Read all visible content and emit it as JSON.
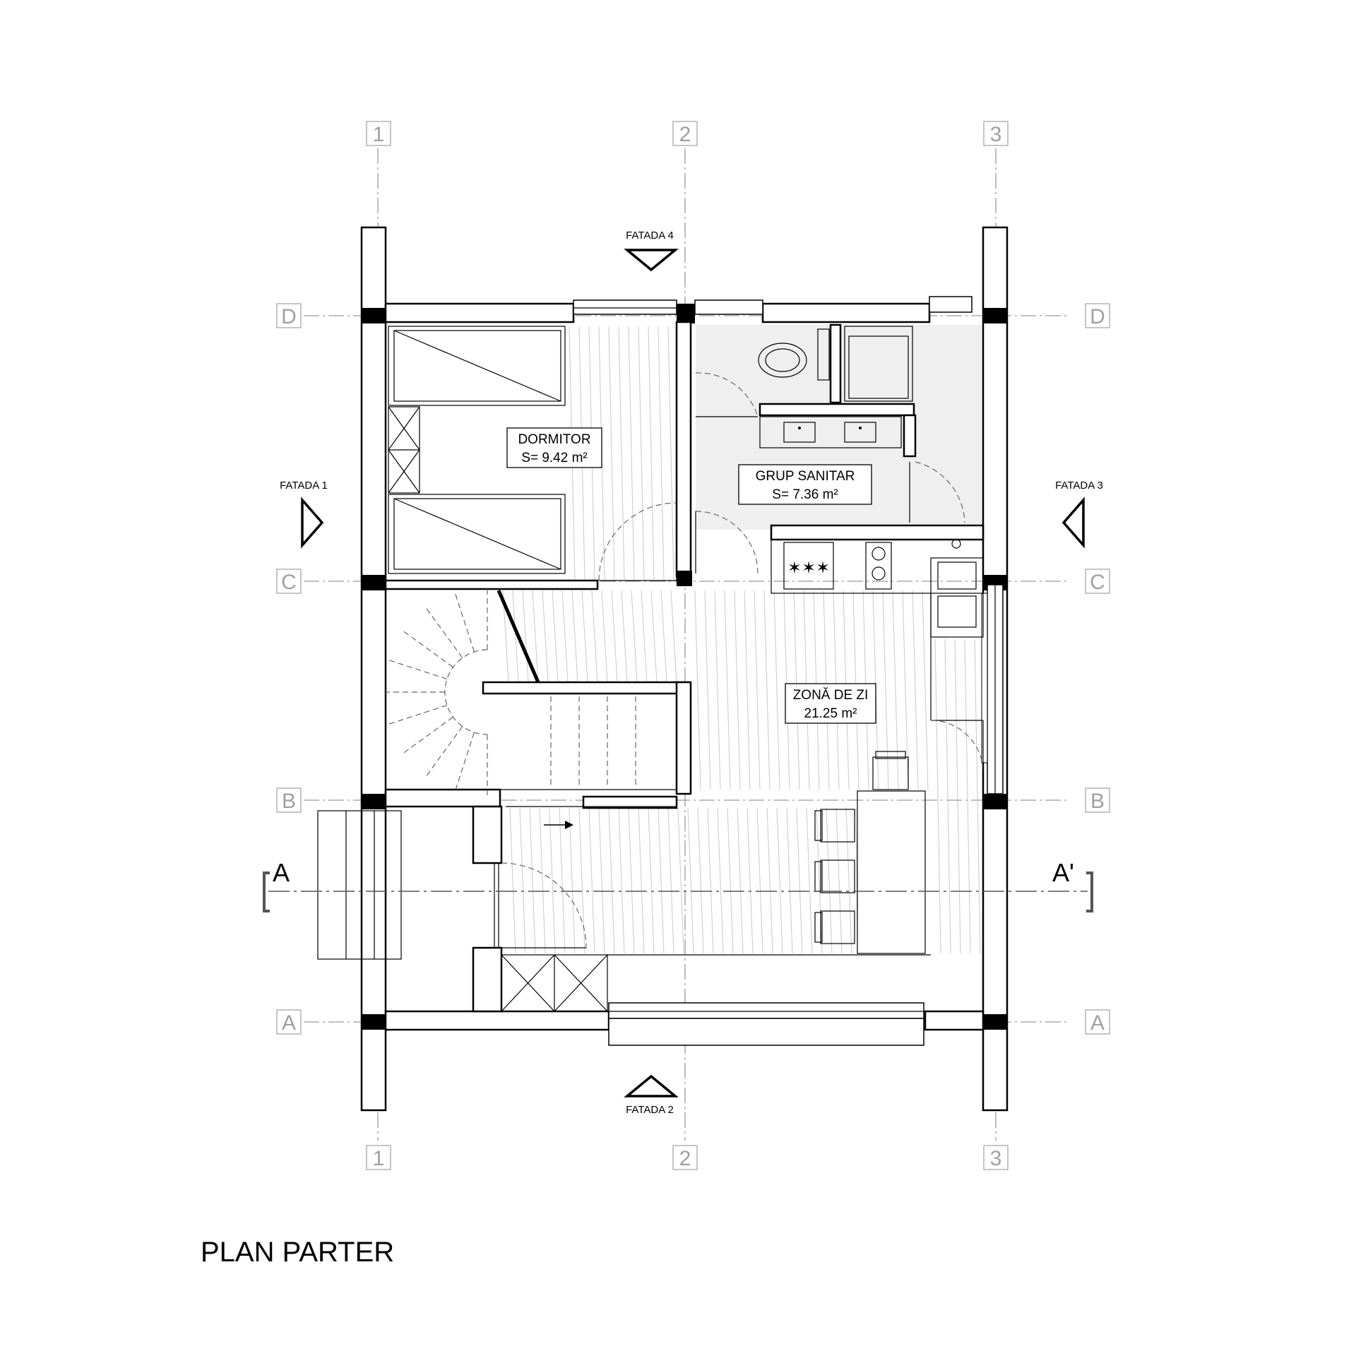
{
  "title": "PLAN PARTER",
  "grid": {
    "columns": [
      "1",
      "2",
      "3"
    ],
    "rows": [
      "D",
      "C",
      "B",
      "A"
    ]
  },
  "facades": {
    "f1": "FATADA 1",
    "f2": "FATADA 2",
    "f3": "FATADA 3",
    "f4": "FATADA 4"
  },
  "section": {
    "left": "A",
    "right": "A'"
  },
  "rooms": [
    {
      "name": "DORMITOR",
      "area": "S= 9.42 m²"
    },
    {
      "name": "GRUP SANITAR",
      "area": "S= 7.36 m²"
    },
    {
      "name": "ZONĂ DE ZI",
      "area": "21.25 m²"
    }
  ],
  "colors": {
    "line": "#000000",
    "grid": "#9a9a9a",
    "hatch": "#c9c9c9",
    "wet_area": "#efefef"
  }
}
